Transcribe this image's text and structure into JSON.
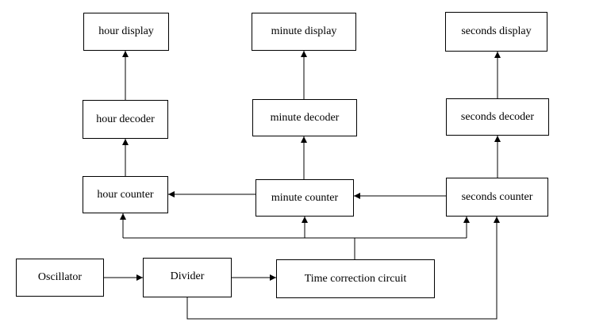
{
  "diagram": {
    "nodes": {
      "hour_display": "hour display",
      "minute_display": "minute display",
      "seconds_display": "seconds display",
      "hour_decoder": "hour decoder",
      "minute_decoder": "minute decoder",
      "seconds_decoder": "seconds decoder",
      "hour_counter": "hour counter",
      "minute_counter": "minute counter",
      "seconds_counter": "seconds counter",
      "oscillator": "Oscillator",
      "divider": "Divider",
      "time_correction": "Time correction circuit"
    },
    "edges": [
      {
        "from": "oscillator",
        "to": "divider"
      },
      {
        "from": "divider",
        "to": "time_correction"
      },
      {
        "from": "divider",
        "to": "seconds_counter"
      },
      {
        "from": "time_correction",
        "to": "hour_counter"
      },
      {
        "from": "time_correction",
        "to": "minute_counter"
      },
      {
        "from": "time_correction",
        "to": "seconds_counter"
      },
      {
        "from": "seconds_counter",
        "to": "minute_counter"
      },
      {
        "from": "minute_counter",
        "to": "hour_counter"
      },
      {
        "from": "hour_counter",
        "to": "hour_decoder"
      },
      {
        "from": "minute_counter",
        "to": "minute_decoder"
      },
      {
        "from": "seconds_counter",
        "to": "seconds_decoder"
      },
      {
        "from": "hour_decoder",
        "to": "hour_display"
      },
      {
        "from": "minute_decoder",
        "to": "minute_display"
      },
      {
        "from": "seconds_decoder",
        "to": "seconds_display"
      }
    ],
    "line_color": "#000000"
  }
}
